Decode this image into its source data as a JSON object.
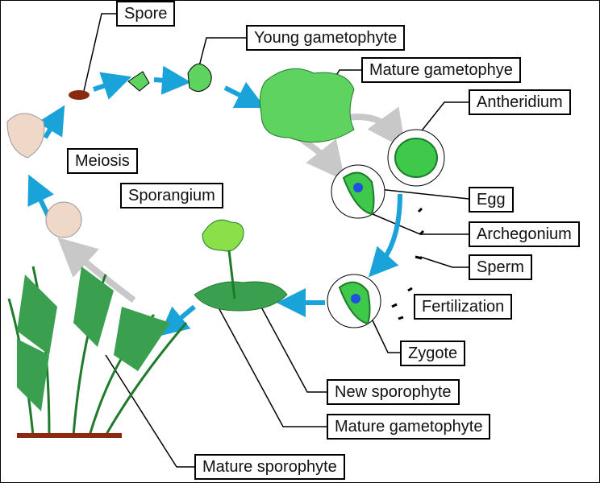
{
  "labels": {
    "spore": "Spore",
    "young_gametophyte": "Young gametophyte",
    "mature_gametophye_top": "Mature gametophye",
    "antheridium": "Antheridium",
    "meiosis": "Meiosis",
    "sporangium": "Sporangium",
    "egg": "Egg",
    "archegonium": "Archegonium",
    "sperm": "Sperm",
    "fertilization": "Fertilization",
    "zygote": "Zygote",
    "new_sporophyte": "New sporophyte",
    "mature_gametophyte": "Mature gametophyte",
    "mature_sporophyte": "Mature sporophyte"
  },
  "colors": {
    "arrow": "#1aa3d9",
    "gray_arrow": "#c8c8c8",
    "plant_green": "#5fd35f",
    "dark_green": "#1f7a2a",
    "sporangium": "#f0d8c8",
    "egg_blue": "#2050e0",
    "root_brown": "#8a2a10"
  }
}
